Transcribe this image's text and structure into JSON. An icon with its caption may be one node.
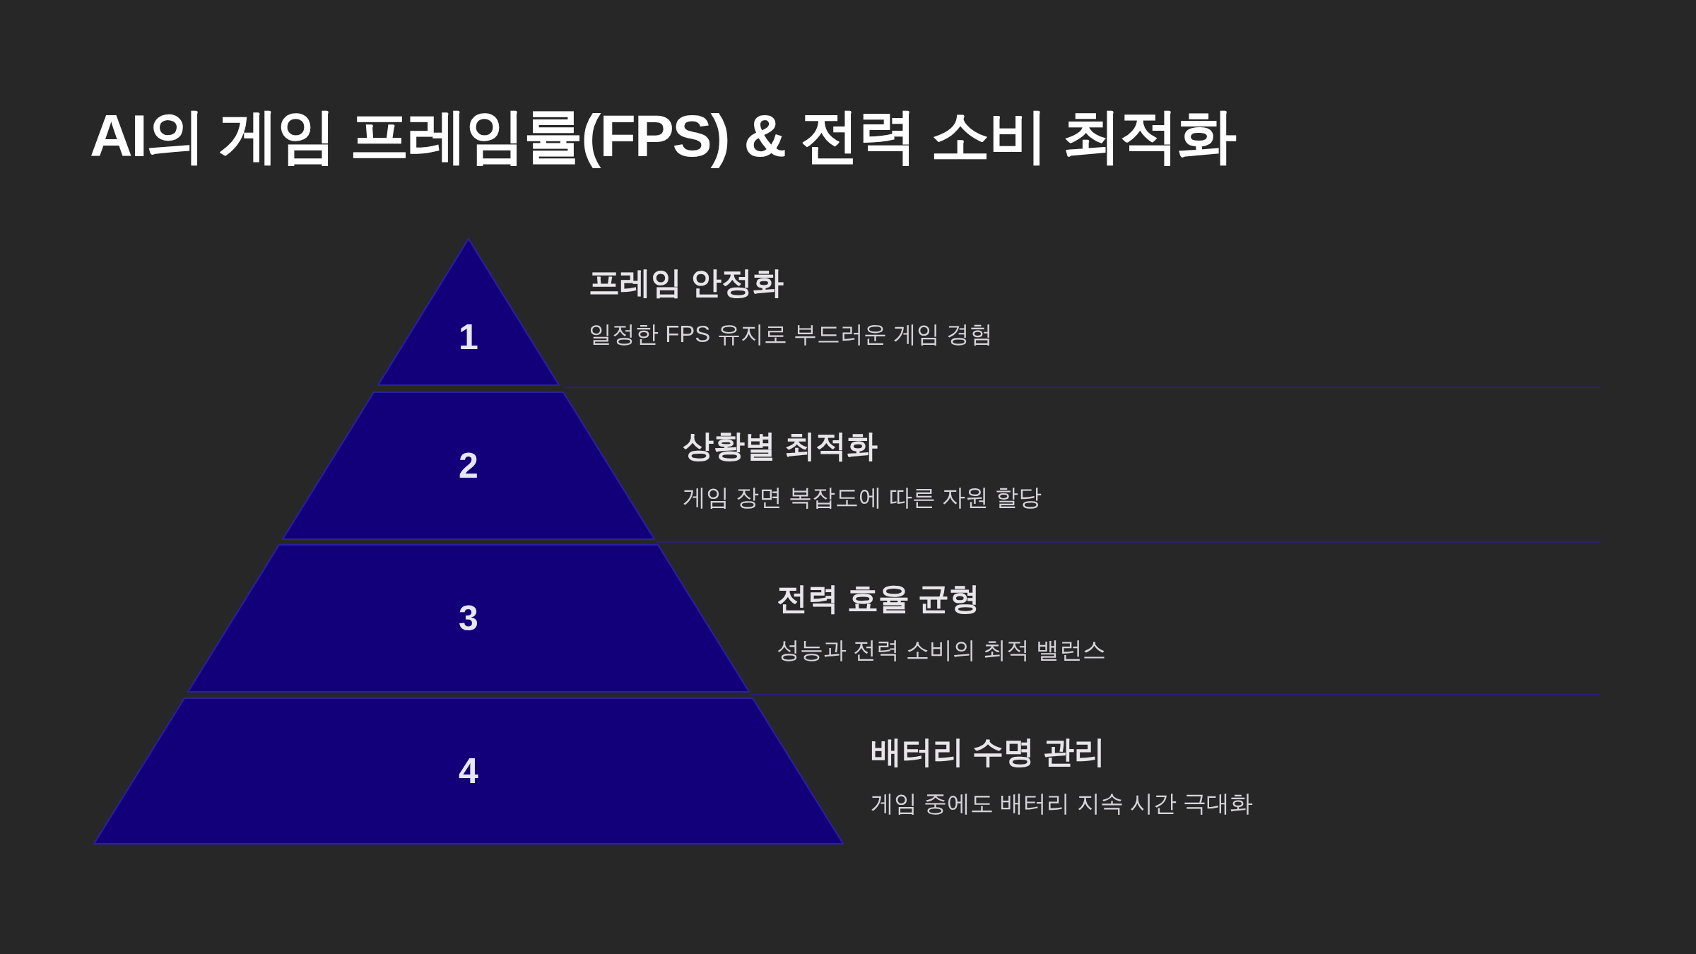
{
  "diagram": {
    "title": "AI의 게임 프레임률(FPS) & 전력 소비 최적화",
    "nodes": [
      {
        "text": [
          "1"
        ],
        "beside": [
          "프레임 안정화",
          "일정한 FPS 유지로 부드러운 게임 경험"
        ]
      },
      {
        "text": [
          "2"
        ],
        "beside": [
          "상황별 최적화",
          "게임 장면 복잡도에 따른 자원 할당"
        ]
      },
      {
        "text": [
          "3"
        ],
        "beside": [
          "전력 효율 균형",
          "성능과 전력 소비의 최적 밸런스"
        ]
      },
      {
        "text": [
          "4"
        ],
        "beside": [
          "배터리 수명 관리",
          "게임 중에도 배터리 지속 시간 극대화"
        ]
      }
    ]
  }
}
